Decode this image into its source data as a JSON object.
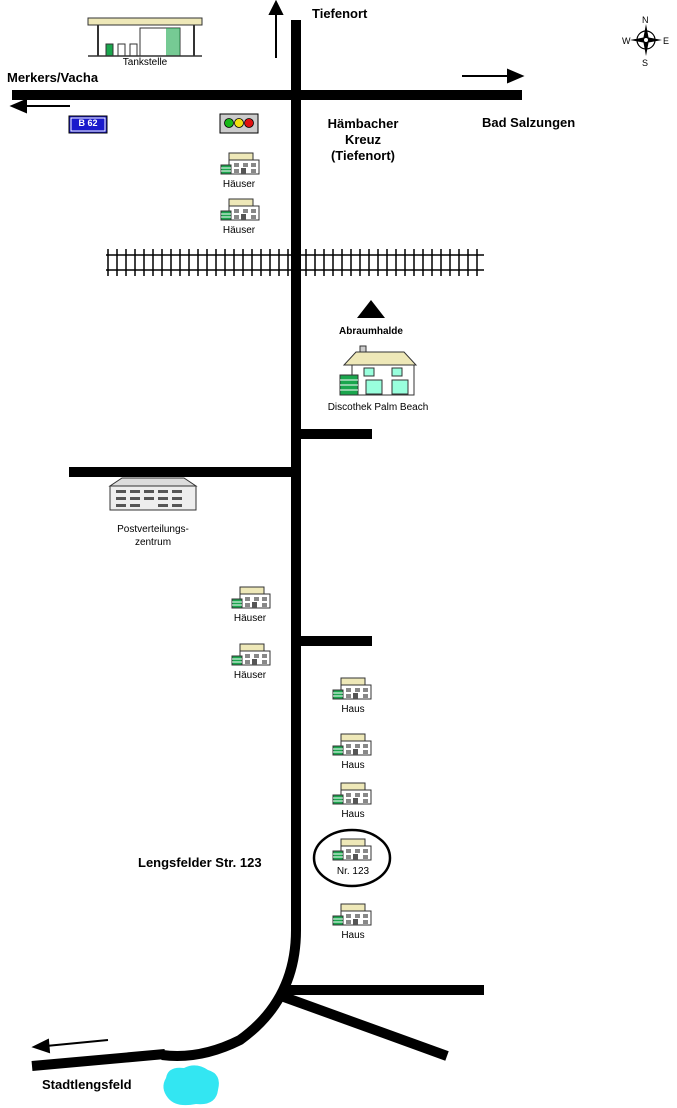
{
  "places": {
    "tiefenort": "Tiefenort",
    "merkers_vacha": "Merkers/Vacha",
    "bad_salzungen": "Bad Salzungen",
    "kreuz_line1": "Hämbacher",
    "kreuz_line2": "Kreuz",
    "kreuz_line3": "(Tiefenort)",
    "stadtlengsfeld": "Stadtlengsfeld",
    "address": "Lengsfelder Str. 123"
  },
  "poi": {
    "tankstelle": "Tankstelle",
    "b62": "B 62",
    "haeuser": "Häuser",
    "abraumhalde": "Abraumhalde",
    "disco": "Discothek Palm Beach",
    "post_line1": "Postverteilungs-",
    "post_line2": "zentrum",
    "haus": "Haus",
    "target": "Nr. 123"
  },
  "compass": {
    "n": "N",
    "s": "S",
    "e": "E",
    "w": "W"
  },
  "colors": {
    "road": "#000000",
    "b62_sign": "#1a1acc",
    "lake": "#33e6f2",
    "house_roof": "#eee8b8",
    "house_green": "#1aa64d",
    "traffic_red": "#e01010",
    "traffic_yellow": "#f2e010",
    "traffic_green": "#18b818"
  }
}
